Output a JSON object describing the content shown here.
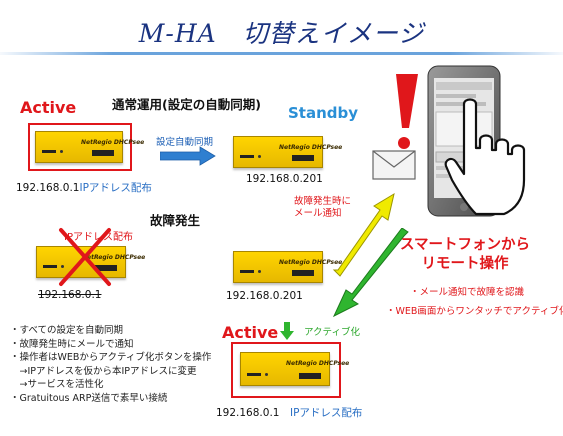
{
  "title": "M-HA　切替えイメージ",
  "section_normal": "通常運用(設定の自動同期)",
  "section_fault": "故障発生",
  "active_label": "Active",
  "standby_label": "Standby",
  "sync_label": "設定自動同期",
  "device_brand": "NetRegio DHCPsee",
  "ip_top_active": "192.168.0.1",
  "ip_distribution": "IPアドレス配布",
  "ip_standby": "192.168.0.201",
  "ip_struck": "192.168.0.1",
  "ip_fault_standby": "192.168.0.201",
  "ip_bottom_active": "192.168.0.1",
  "fault_mail_line1": "故障発生時に",
  "fault_mail_line2": "メール通知",
  "smartphone_title_line1": "スマートフォンから",
  "smartphone_title_line2": "リモート操作",
  "smartphone_point1": "・メール通知で故障を認識",
  "smartphone_point2": "・WEB画面からワンタッチでアクティブ化",
  "activate_label": "アクティブ化",
  "notes": [
    "・すべての設定を自動同期",
    "・故障発生時にメールで通知",
    "・操作者はWEBからアクティブ化ボタンを操作",
    "　→IPアドレスを仮から本IPアドレスに変更",
    "　→サービスを活性化",
    "・Gratuitous ARP送信で素早い接続"
  ],
  "colors": {
    "accent_red": "#e0171b",
    "accent_blue": "#2a8fd6",
    "title_navy": "#1a3380",
    "device_yellow": "#ffd400",
    "arrow_green": "#2fb52f",
    "arrow_yellow": "#f0ea00"
  }
}
